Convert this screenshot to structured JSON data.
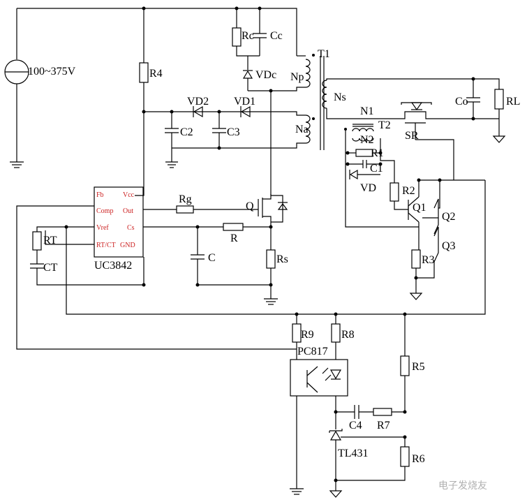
{
  "source": {
    "voltage": "100~375V"
  },
  "ic": {
    "name": "UC3842",
    "pins": {
      "fb": "Fb",
      "vcc": "Vcc",
      "comp": "Comp",
      "out": "Out",
      "vref": "Vref",
      "cs": "Cs",
      "rtct": "RT/CT",
      "gnd": "GND"
    }
  },
  "components": {
    "r4": "R4",
    "rc": "Rc",
    "cc": "Cc",
    "vdc": "VDc",
    "np": "Np",
    "t1": "T1",
    "ns": "Ns",
    "na": "Na",
    "vd2": "VD2",
    "vd1": "VD1",
    "c2": "C2",
    "c3": "C3",
    "co": "Co",
    "rl": "RL",
    "n1": "N1",
    "n2": "N2",
    "t2": "T2",
    "sr": "SR",
    "r1": "R1",
    "c1": "C1",
    "vd": "VD",
    "r2": "R2",
    "q1": "Q1",
    "q2": "Q2",
    "q3": "Q3",
    "r3": "R3",
    "rg": "Rg",
    "q": "Q",
    "rt": "RT",
    "ct": "CT",
    "r": "R",
    "c": "C",
    "rs": "Rs",
    "r9": "R9",
    "r8": "R8",
    "pc817": "PC817",
    "r5": "R5",
    "c4": "C4",
    "r7": "R7",
    "tl431": "TL431",
    "r6": "R6"
  },
  "watermark": "电子发烧友"
}
